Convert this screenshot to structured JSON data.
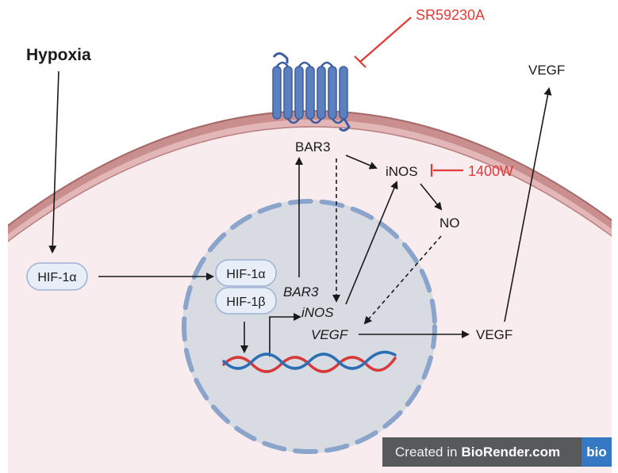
{
  "labels": {
    "hypoxia": "Hypoxia",
    "sr59230a": "SR59230A",
    "vegf_top": "VEGF",
    "bar3": "BAR3",
    "inos": "iNOS",
    "inhibitor_1400w": "1400W",
    "no": "NO",
    "hif1a_cyto": "HIF-1α",
    "hif1a_nuc": "HIF-1α",
    "hif1b_nuc": "HIF-1β",
    "bar3_gene": "BAR3",
    "inos_gene": "iNOS",
    "vegf_gene": "VEGF",
    "vegf_right": "VEGF"
  },
  "badge": {
    "prefix": "Created in",
    "brand": "BioRender.com",
    "logo": "bio"
  },
  "colors": {
    "membrane": "#c98e8e",
    "cytoplasm": "#f9ecef",
    "nucleus": "#d9dbe2",
    "nucleus_dash": "#8aa4cc",
    "receptor": "#5c7fbf",
    "inhibitor": "#e53935",
    "dna_red": "#d63b3b",
    "dna_blue": "#2a6fb5",
    "pill_fill": "#e8eef8",
    "pill_stroke": "#9db2d6"
  }
}
